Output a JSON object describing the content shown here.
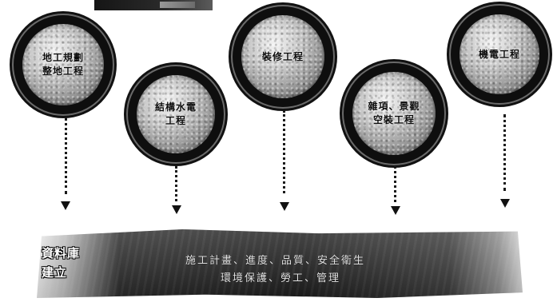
{
  "stages": [
    {
      "label": "地工規劃\n整地工程"
    },
    {
      "label": "結構水電\n工程"
    },
    {
      "label": "裝修工程"
    },
    {
      "label": "雜項、景觀\n空裝工程"
    },
    {
      "label": "機電工程"
    }
  ],
  "panel": {
    "title": "資料庫\n建立",
    "line1": "施工計畫、進度、品質、安全衛生",
    "line2": "環境保護、勞工、管理"
  },
  "colors": {
    "ring": "#0e0e0e",
    "arrow": "#111111",
    "panel": "#222222"
  }
}
